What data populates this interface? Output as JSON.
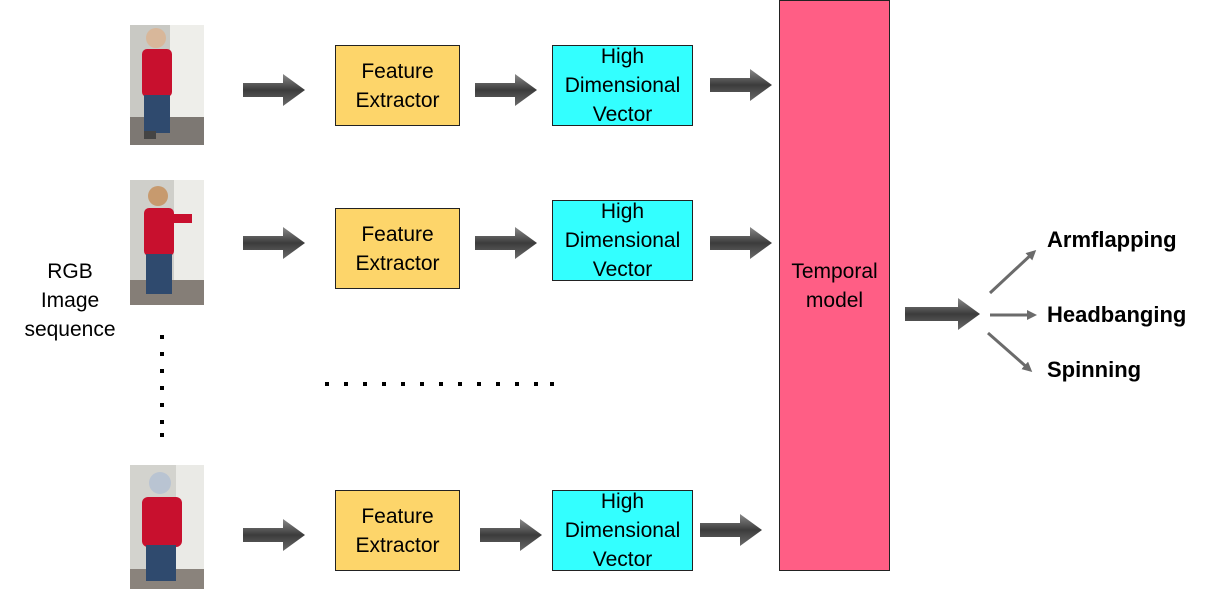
{
  "input_label": "RGB\nImage\nsequence",
  "rows": [
    {
      "feature_label": "Feature\nExtractor",
      "vector_label": "High\nDimensional\nVector"
    },
    {
      "feature_label": "Feature\nExtractor",
      "vector_label": "High\nDimensional\nVector"
    },
    {
      "feature_label": "Feature\nExtractor",
      "vector_label": "High\nDimensional\nVector"
    }
  ],
  "temporal_label": "Temporal\nmodel",
  "outputs": [
    "Armflapping",
    "Headbanging",
    "Spinning"
  ],
  "colors": {
    "feature_fill": "#fdd56a",
    "vector_fill": "#33ffff",
    "temporal_fill": "#ff5e85",
    "arrow_fill": "#555555",
    "output_arrow": "#6b6b6b"
  }
}
